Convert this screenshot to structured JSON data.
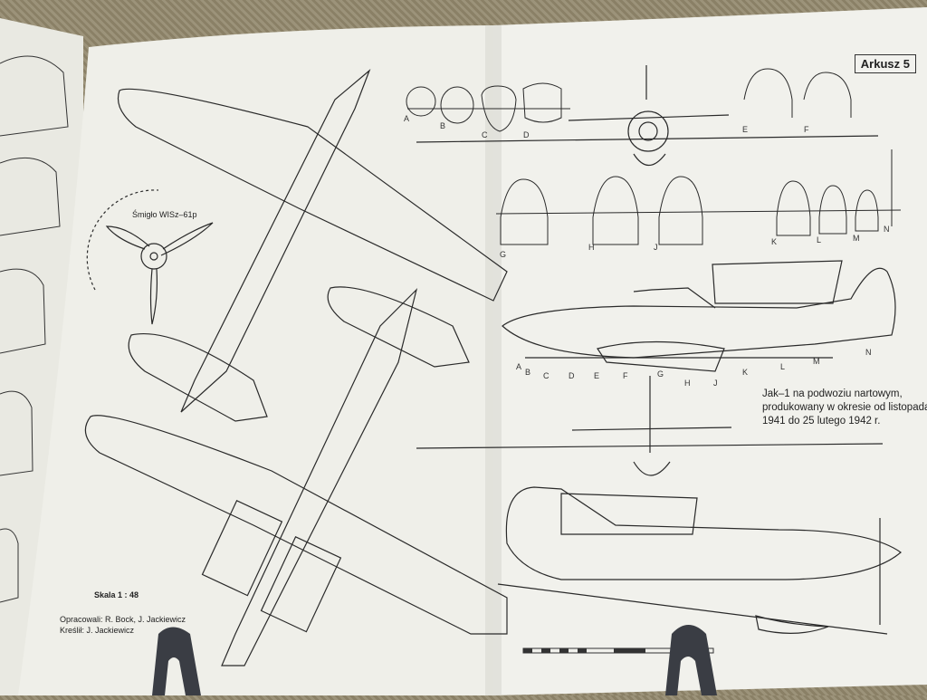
{
  "sheet_badge": "Arkusz 5",
  "caption": "Jak–1 na podwoziu nartowym, produkowany w okresie od listopada 1941 do 25 lutego 1942 r.",
  "scale_text": "Skala 1 : 48",
  "credits": {
    "prepared": "Opracowali: R. Bock, J. Jackiewicz",
    "drawn": "Kreślił: J. Jackiewicz"
  },
  "propeller_label": "Śmigło WISz–61p",
  "section_letters_top": [
    "A",
    "B",
    "C",
    "D",
    "E",
    "F"
  ],
  "section_letters_mid": [
    "G",
    "H",
    "J",
    "K",
    "L",
    "M",
    "N"
  ],
  "station_letters_side": [
    "A",
    "B",
    "C",
    "D",
    "E",
    "F",
    "G",
    "H",
    "J",
    "K",
    "L",
    "M",
    "N"
  ],
  "colors": {
    "paper": "#efefe9",
    "ink": "#2a2a2a",
    "background_carpet": "#948a70"
  }
}
